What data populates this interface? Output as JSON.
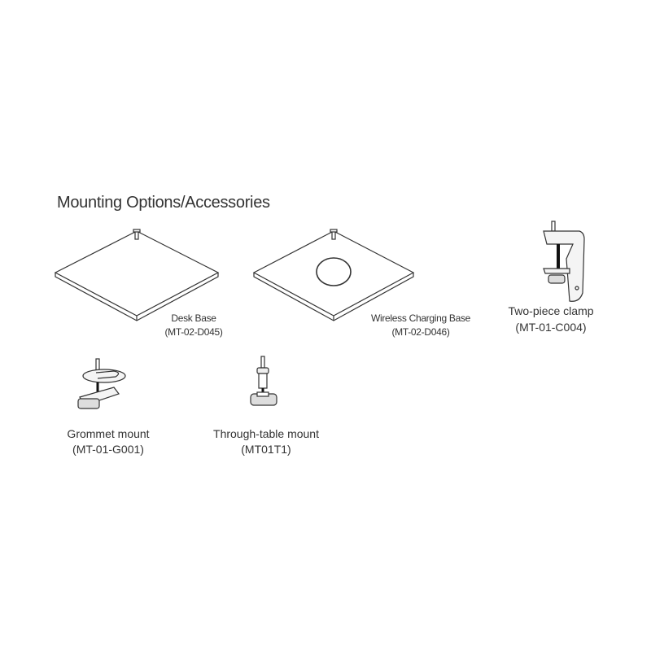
{
  "title": "Mounting Options/Accessories",
  "items": [
    {
      "name": "Desk Base",
      "code": "(MT-02-D045)"
    },
    {
      "name": "Wireless Charging Base",
      "code": "(MT-02-D046)"
    },
    {
      "name": "Two-piece clamp",
      "code": "(MT-01-C004)"
    },
    {
      "name": "Grommet mount",
      "code": "(MT-01-G001)"
    },
    {
      "name": "Through-table mount",
      "code": "(MT01T1)"
    }
  ]
}
